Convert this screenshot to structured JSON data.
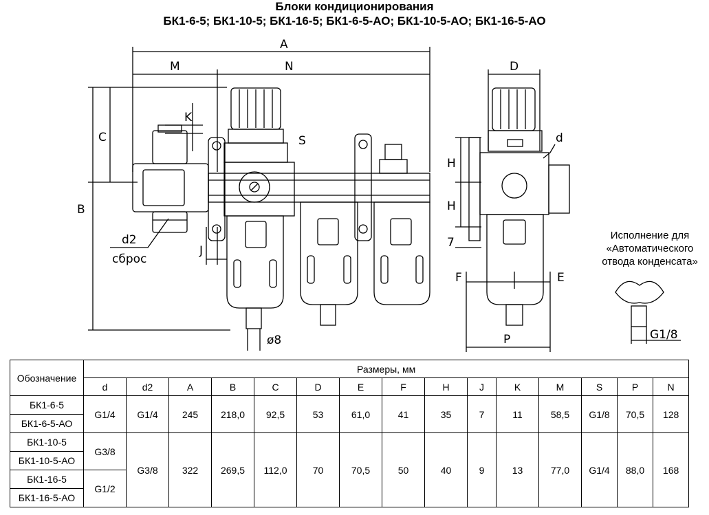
{
  "title_line1": "Блоки кондиционирования",
  "title_line2": "БК1-6-5; БК1-10-5; БК1-16-5; БК1-6-5-АО; БК1-10-5-АО; БК1-16-5-АО",
  "drawing_labels": {
    "A": "A",
    "M": "M",
    "N": "N",
    "D": "D",
    "C": "C",
    "K": "K",
    "B": "B",
    "S": "S",
    "d": "d",
    "H1": "H",
    "H2": "H",
    "seven": "7",
    "F": "F",
    "E": "E",
    "P": "P",
    "J": "J",
    "d2": "d2",
    "sbros": "сброс",
    "phi8": "ø8",
    "G18": "G1/8"
  },
  "note": {
    "line1": "Исполнение для",
    "line2": "«Автоматического",
    "line3": "отвода конденсата»"
  },
  "table": {
    "designation_header": "Обозначение",
    "sizes_header": "Размеры, мм",
    "columns": [
      "d",
      "d2",
      "A",
      "B",
      "C",
      "D",
      "E",
      "F",
      "H",
      "J",
      "K",
      "M",
      "S",
      "P",
      "N"
    ],
    "group1": {
      "codes": [
        "БК1-6-5",
        "БК1-6-5-АО"
      ],
      "values": [
        "G1/4",
        "G1/4",
        "245",
        "218,0",
        "92,5",
        "53",
        "61,0",
        "41",
        "35",
        "7",
        "11",
        "58,5",
        "G1/8",
        "70,5",
        "128"
      ]
    },
    "group2": {
      "codes": [
        "БК1-10-5",
        "БК1-10-5-АО",
        "БК1-16-5",
        "БК1-16-5-АО"
      ],
      "d_10": "G3/8",
      "d_16": "G1/2",
      "values": [
        "G3/8",
        "322",
        "269,5",
        "112,0",
        "70",
        "70,5",
        "50",
        "40",
        "9",
        "13",
        "77,0",
        "G1/4",
        "88,0",
        "168"
      ]
    }
  }
}
